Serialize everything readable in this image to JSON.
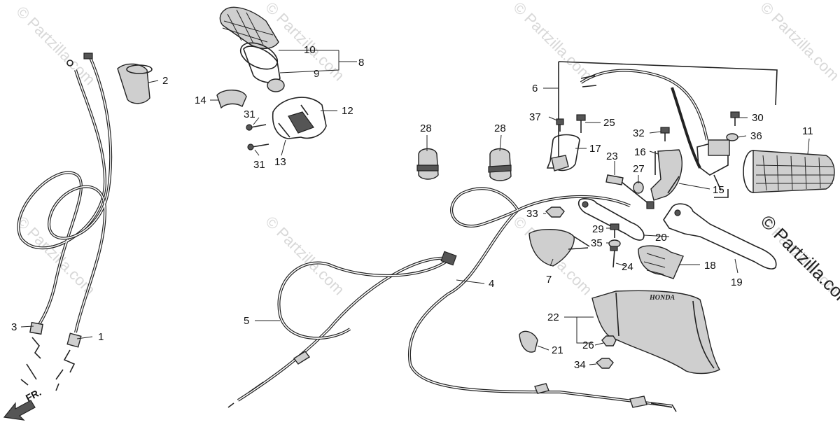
{
  "watermarks": [
    "© Partzilla.com",
    "© Partzilla.com",
    "© Partzilla.com",
    "© Partzilla.com",
    "© Partzilla.com",
    "© Partzilla.com",
    "© Partzilla.com",
    "© Partzilla.com"
  ],
  "main_watermark": "© Partzilla.com",
  "brand_text": "HONDA",
  "direction_label": "FR.",
  "callouts": {
    "c1": "1",
    "c2": "2",
    "c3": "3",
    "c4": "4",
    "c5": "5",
    "c6": "6",
    "c7": "7",
    "c8": "8",
    "c9": "9",
    "c10": "10",
    "c11": "11",
    "c12": "12",
    "c13": "13",
    "c14": "14",
    "c15": "15",
    "c16": "16",
    "c17": "17",
    "c18": "18",
    "c19": "19",
    "c20": "20",
    "c21": "21",
    "c22": "22",
    "c23": "23",
    "c24": "24",
    "c25": "25",
    "c26": "26",
    "c27": "27",
    "c28a": "28",
    "c28b": "28",
    "c29": "29",
    "c30": "30",
    "c31a": "31",
    "c31b": "31",
    "c32": "32",
    "c33": "33",
    "c34": "34",
    "c35": "35",
    "c36": "36",
    "c37": "37"
  }
}
